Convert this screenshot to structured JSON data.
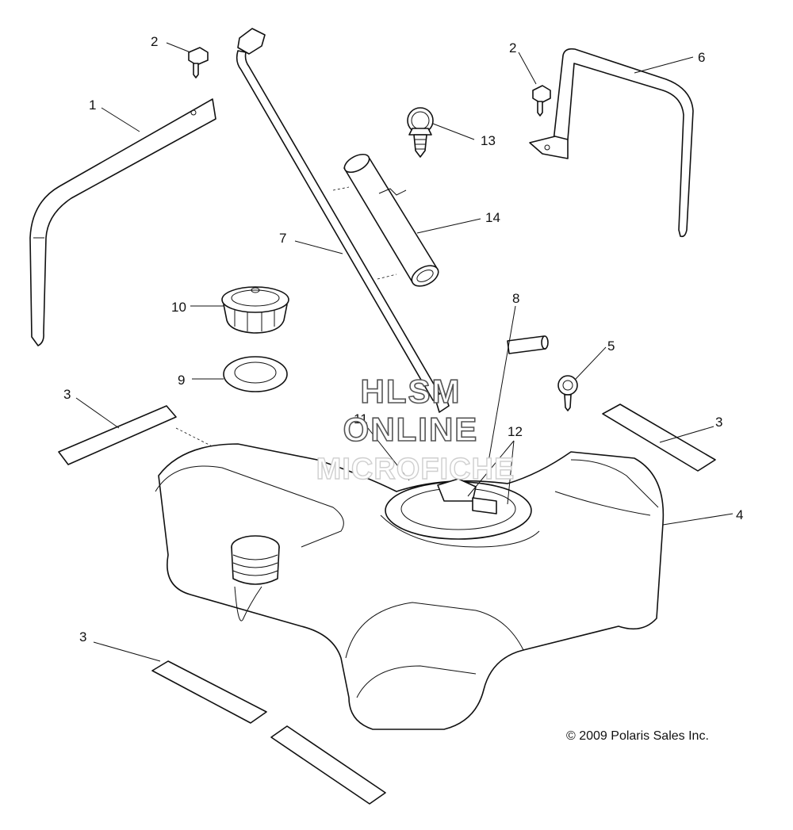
{
  "callouts": {
    "c1": "1",
    "c2a": "2",
    "c2b": "2",
    "c3a": "3",
    "c3b": "3",
    "c3c": "3",
    "c4": "4",
    "c5": "5",
    "c6": "6",
    "c7": "7",
    "c8": "8",
    "c9": "9",
    "c10": "10",
    "c11": "11",
    "c12": "12",
    "c13": "13",
    "c14": "14"
  },
  "watermark": {
    "line1": "HLSM",
    "line2": "ONLINE",
    "line3": "MICROFICHE"
  },
  "copyright": "© 2009 Polaris Sales Inc."
}
